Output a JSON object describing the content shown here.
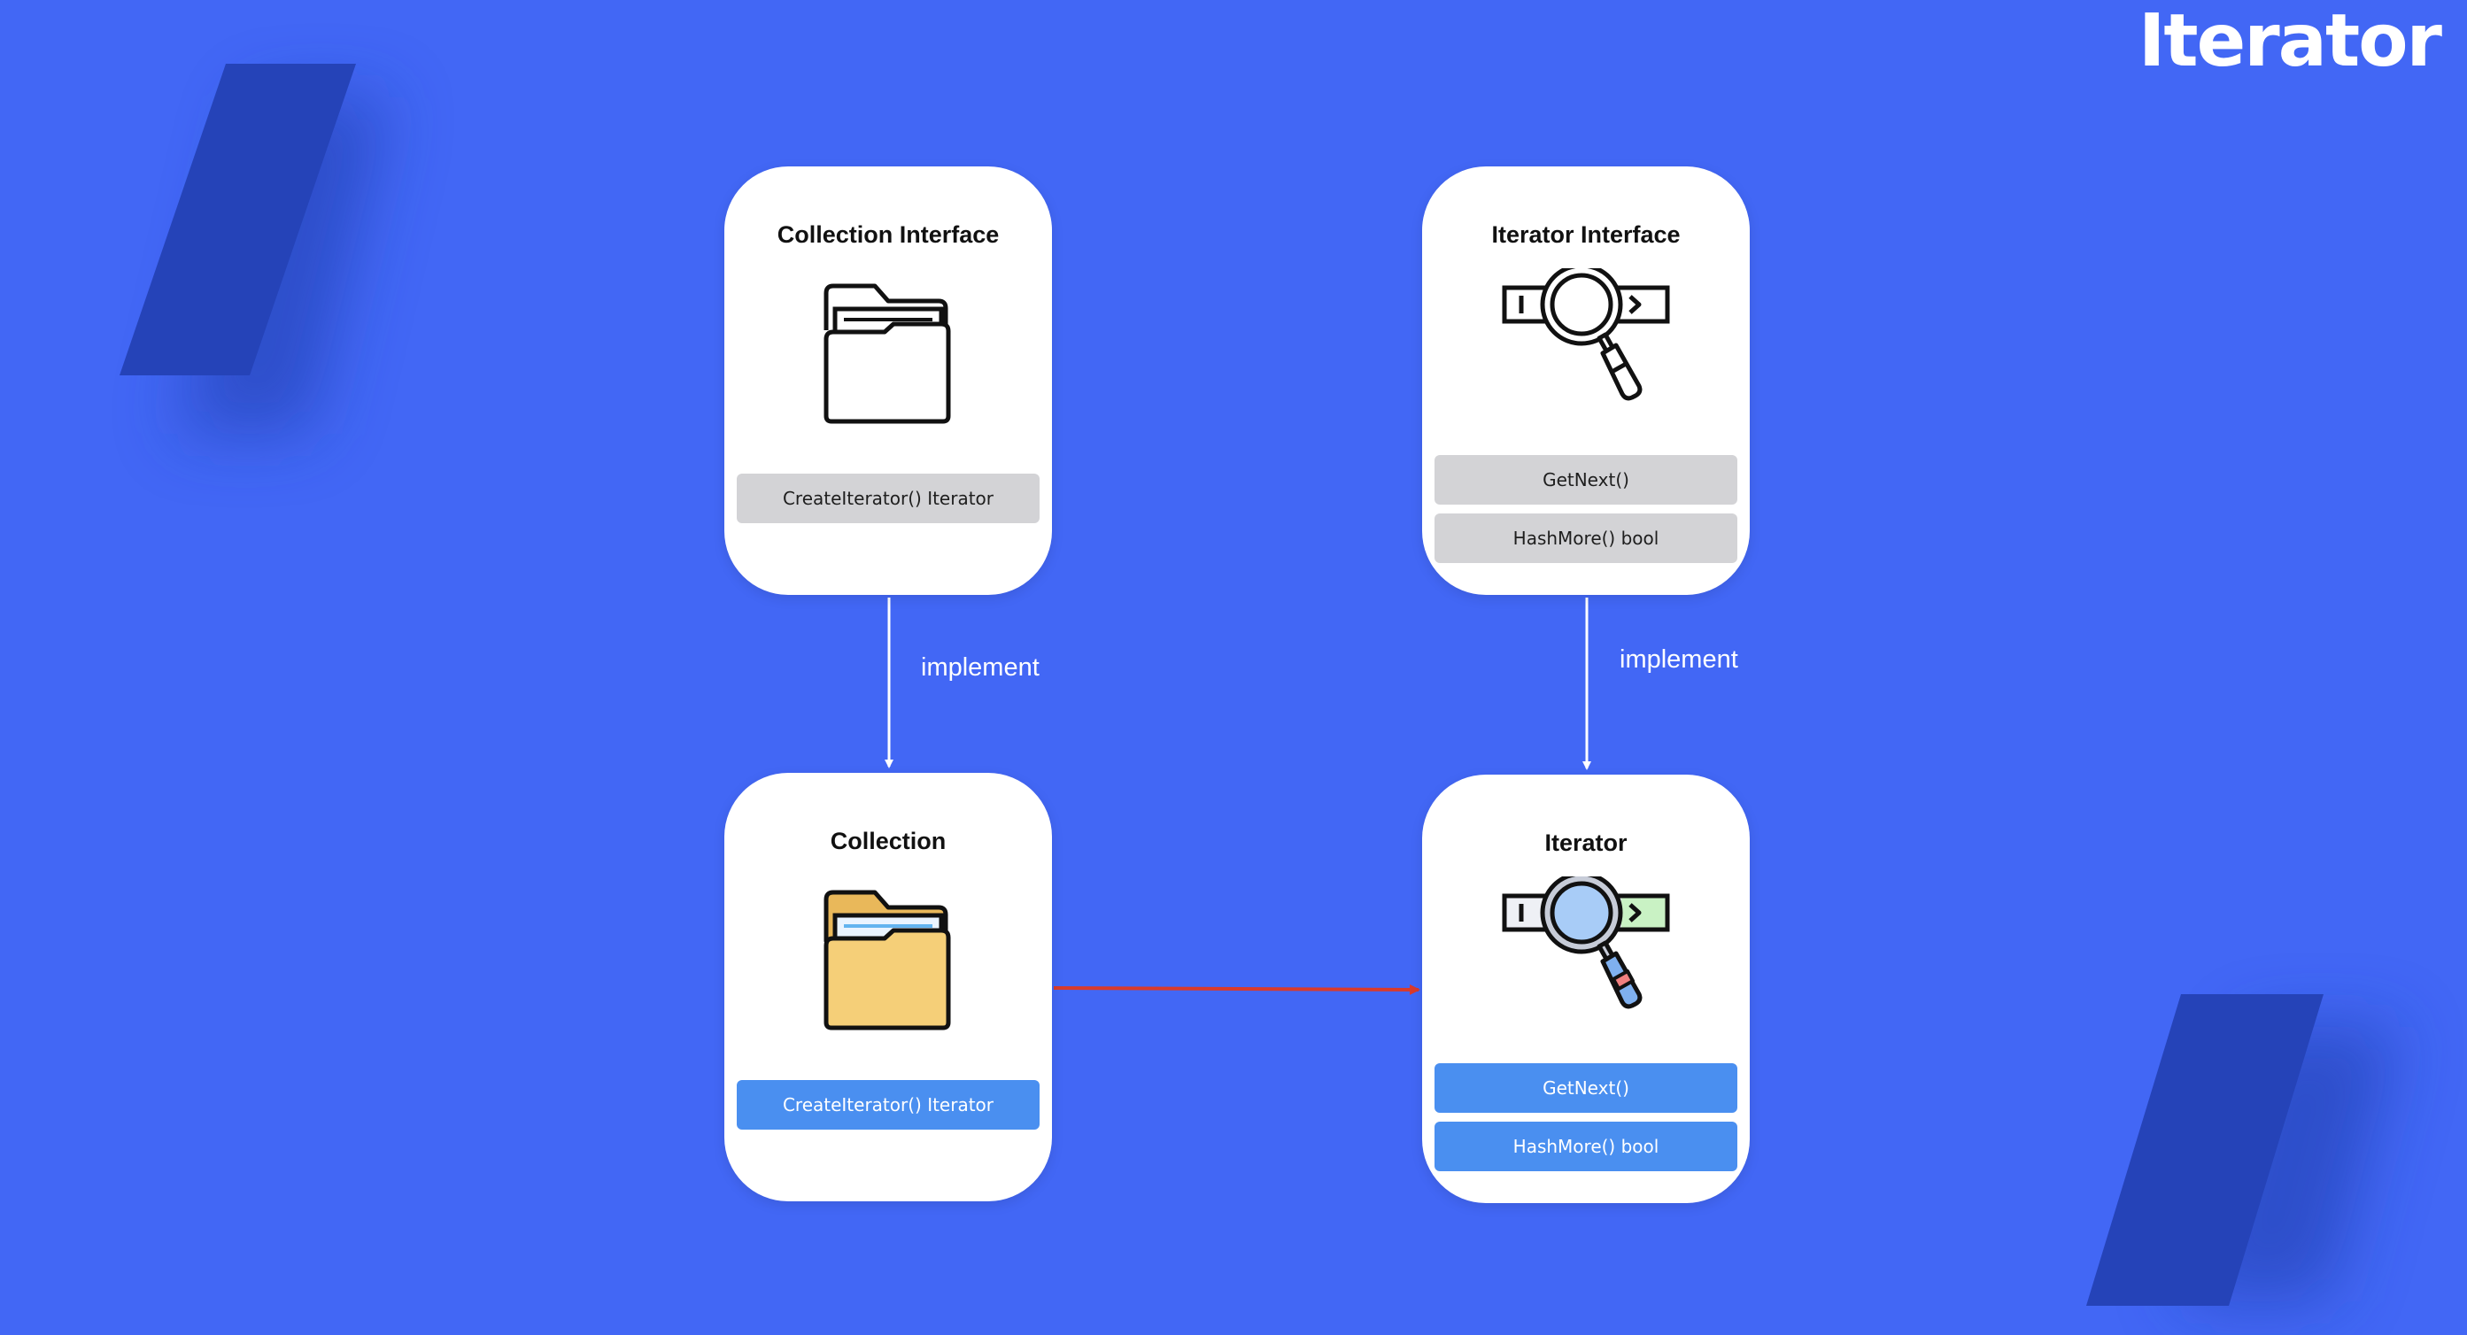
{
  "brand": {
    "title": "Iterator"
  },
  "cards": {
    "collection_interface": {
      "title": "Collection Interface",
      "methods": [
        "CreateIterator() Iterator"
      ]
    },
    "iterator_interface": {
      "title": "Iterator Interface",
      "methods": [
        "GetNext()",
        "HashMore() bool"
      ]
    },
    "collection": {
      "title": "Collection",
      "methods": [
        "CreateIterator() Iterator"
      ]
    },
    "iterator": {
      "title": "Iterator",
      "methods": [
        "GetNext()",
        "HashMore() bool"
      ]
    }
  },
  "edges": {
    "left_implement": "implement",
    "right_implement": "implement"
  },
  "colors": {
    "background": "#4267f5",
    "decor": "#2543b8",
    "card": "#ffffff",
    "method_gray": "#d3d3d6",
    "method_blue": "#4a8ff0",
    "arrow_white": "#ffffff",
    "arrow_red": "#d93a2b",
    "folder_yellow": "#f5cf78"
  },
  "icons": {
    "collection_interface": "folder-outline-icon",
    "iterator_interface": "magnifier-iterator-outline-icon",
    "collection": "folder-color-icon",
    "iterator": "magnifier-iterator-color-icon"
  }
}
